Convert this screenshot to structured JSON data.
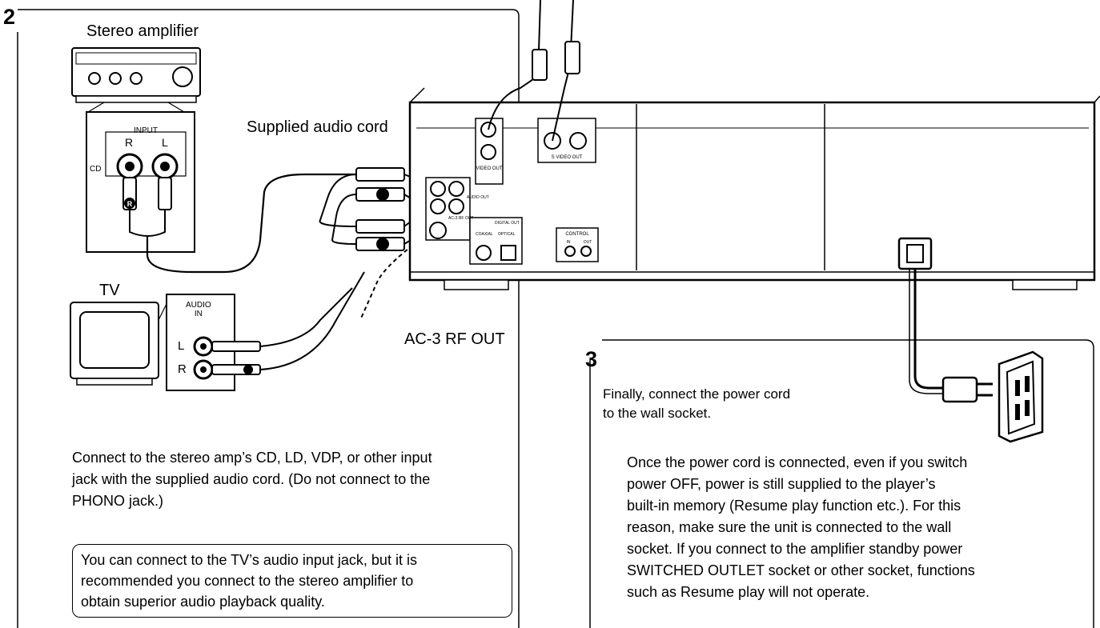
{
  "section2": {
    "number": "2",
    "amp_label": "Stereo amplifier",
    "cord_label": "Supplied audio cord",
    "tv_label": "TV",
    "rf_label": "AC-3 RF OUT",
    "amp_input": "INPUT",
    "amp_r": "R",
    "amp_l": "L",
    "amp_cd": "CD",
    "tv_audio_in": "AUDIO\nIN",
    "tv_l": "L",
    "tv_r": "R",
    "instruction": "Connect to the stereo amp’s CD, LD, VDP, or other input\njack with the supplied audio cord. (Do not connect to the\nPHONO jack.)",
    "note": "You can connect to the TV’s audio input jack, but it is\nrecommended you connect to the stereo amplifier to\nobtain superior audio playback quality."
  },
  "section3": {
    "number": "3",
    "step": "Finally, connect the power cord\nto the wall socket.",
    "detail": "Once the power cord is connected, even if you switch\npower OFF, power is still supplied to the player’s\nbuilt-in memory (Resume play function etc.). For this\nreason, make sure the unit is connected to the wall\nsocket. If you connect to the amplifier standby power\nSWITCHED OUTLET socket or other socket, functions\nsuch as Resume play will not operate."
  },
  "player_panel": {
    "video_out": "VIDEO OUT",
    "s_video_out": "S VIDEO OUT",
    "audio_out": "AUDIO OUT",
    "rf_out": "AC-3 RF OUT",
    "digital_out": "DIGITAL OUT",
    "coaxial": "COAXIAL",
    "optical": "OPTICAL",
    "control": "CONTROL",
    "control_in": "IN",
    "control_out": "OUT"
  }
}
